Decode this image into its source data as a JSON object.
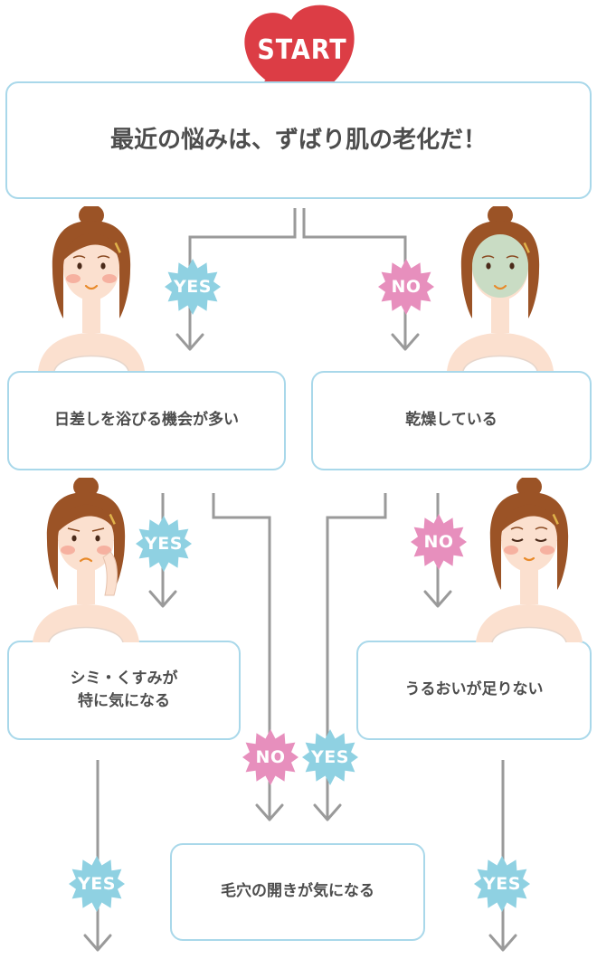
{
  "start": "START",
  "questions": {
    "q1": "最近の悩みは、ずばり肌の老化だ！",
    "q2": "日差しを浴びる機会が多い",
    "q3": "乾燥している",
    "q4": "シミ・くすみが\n特に気になる",
    "q5": "うるおいが足りない",
    "q6": "毛穴の開きが気になる"
  },
  "answers": {
    "yes": "YES",
    "no": "NO"
  },
  "colors": {
    "yes_badge": "#8fd1e2",
    "no_badge": "#e78fbd",
    "start_heart": "#dc3d45",
    "box_border": "#a9d8ea",
    "arrow": "#9a9a9a"
  }
}
